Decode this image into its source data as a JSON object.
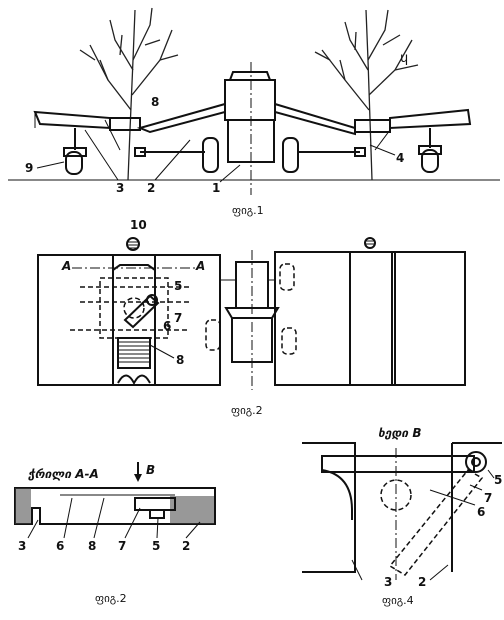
{
  "figures": {
    "fig1": {
      "caption": "ფიგ.1"
    },
    "fig2a": {
      "caption": "ფიგ.2"
    },
    "fig2b": {
      "caption": "ფიგ.2",
      "section_title": "ჭრილი A-A",
      "view_arrow": "B"
    },
    "fig4": {
      "caption": "ფიგ.4",
      "view_title": "ხედი B"
    }
  },
  "labels": {
    "fig1": [
      "8",
      "9",
      "3",
      "2",
      "1",
      "4"
    ],
    "fig1_tree_mark": "ɥ",
    "fig2a": [
      "10",
      "A",
      "A",
      "5",
      "7",
      "6",
      "8"
    ],
    "fig2b": [
      "3",
      "6",
      "8",
      "7",
      "5",
      "2"
    ],
    "fig4": [
      "5",
      "7",
      "6",
      "3",
      "2"
    ]
  }
}
